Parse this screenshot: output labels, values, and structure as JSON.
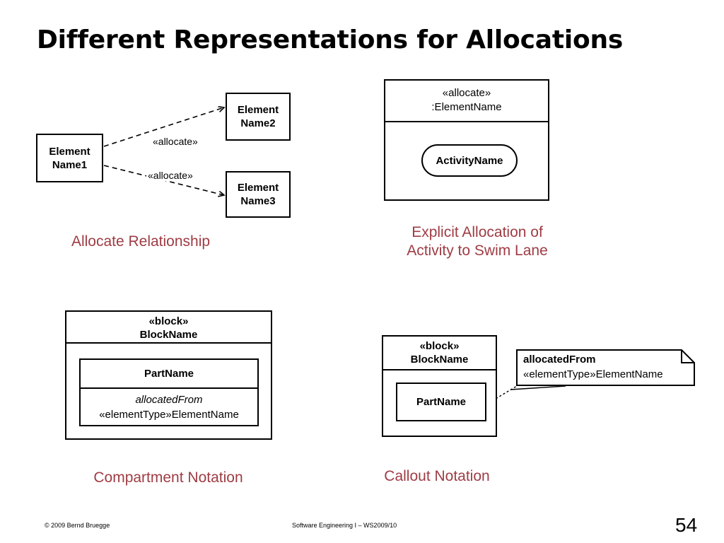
{
  "slide": {
    "title": "Different Representations for Allocations",
    "accent_color": "#9E3C44",
    "line_color": "#000000",
    "background": "#ffffff"
  },
  "allocate_relationship": {
    "caption": "Allocate Relationship",
    "source_box": "Element\nName1",
    "source_box_line1": "Element",
    "source_box_line2": "Name1",
    "target_box_1_line1": "Element",
    "target_box_1_line2": "Name2",
    "target_box_2_line1": "Element",
    "target_box_2_line2": "Name3",
    "edge_label_1": "«allocate»",
    "edge_label_2": "«allocate»"
  },
  "swim_lane": {
    "caption": "Explicit Allocation of\nActivity to Swim Lane",
    "header_line1": "«allocate»",
    "header_line2": ":ElementName",
    "activity_name": "ActivityName"
  },
  "compartment_notation": {
    "caption": "Compartment Notation",
    "block_stereotype": "«block»",
    "block_name": "BlockName",
    "part_name": "PartName",
    "allocated_from_label": "allocatedFrom",
    "allocated_from_value": "«elementType»ElementName"
  },
  "callout_notation": {
    "caption": "Callout Notation",
    "block_stereotype": "«block»",
    "block_name": "BlockName",
    "part_name": "PartName",
    "note_title": "allocatedFrom",
    "note_body": "«elementType»ElementName"
  },
  "footer": {
    "copyright": "© 2009 Bernd Bruegge",
    "course": "Software Engineering  I – WS2009/10",
    "slide_number": "54"
  }
}
